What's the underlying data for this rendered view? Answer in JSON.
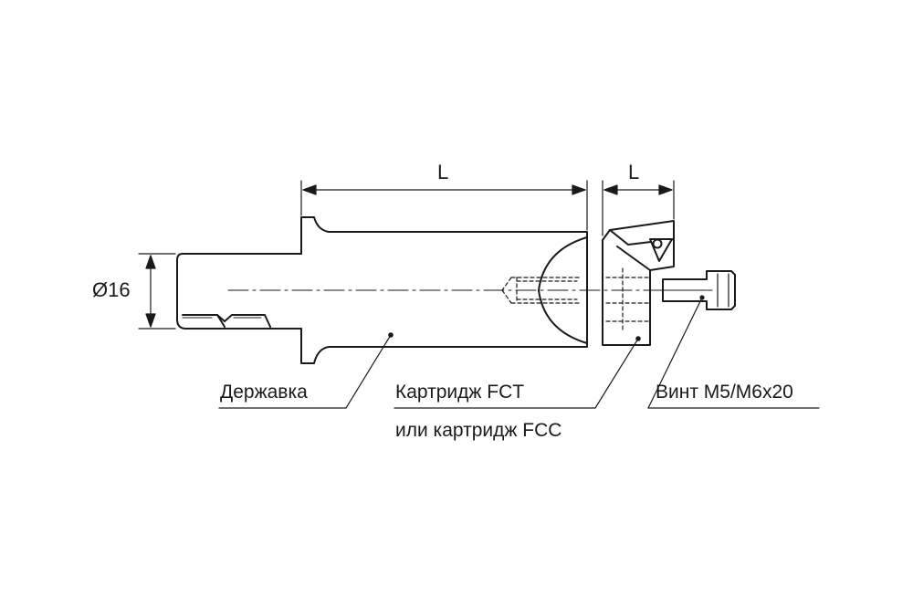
{
  "labels": {
    "holder": "Державка",
    "cartridge_line1": "Картридж FCT",
    "cartridge_line2": "или картридж FCC",
    "screw": "Винт M5/M6x20",
    "diameter": "Ø16",
    "length_holder": "L",
    "length_cartridge": "L"
  },
  "colors": {
    "stroke": "#1a1a1a",
    "background": "#ffffff"
  }
}
